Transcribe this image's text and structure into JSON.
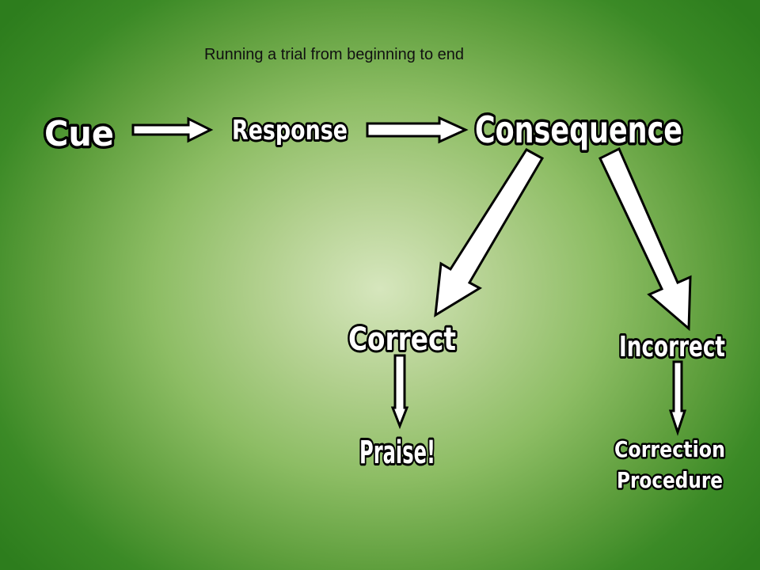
{
  "slide": {
    "subtitle": "Running a trial from beginning to end"
  },
  "nodes": {
    "cue": "Cue",
    "response": "Response",
    "consequence": "Consequence",
    "correct": "Correct",
    "incorrect": "Incorrect",
    "praise": "Praise!",
    "correction_line1": "Correction",
    "correction_line2": "Procedure"
  },
  "colors": {
    "background_center": "#d6e6bd",
    "background_edge": "#2d7d1d",
    "text_fill": "#ffffff",
    "outline": "#000000"
  }
}
